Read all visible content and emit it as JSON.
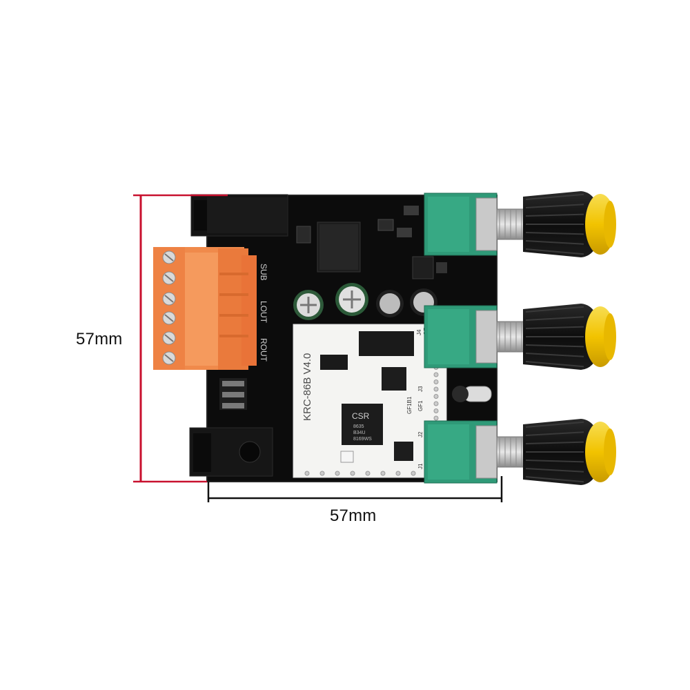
{
  "dimensions": {
    "height_label": "57mm",
    "width_label": "57mm",
    "height_line_color": "#c8102e",
    "width_line_color": "#111111"
  },
  "board": {
    "module_label": "KRC-86B V4.0",
    "chip_brand": "CSR",
    "chip_code_1": "8635",
    "chip_code_2": "B34U",
    "chip_code_3": "8169WS",
    "output_labels": [
      "SUB",
      "LOUT",
      "ROUT"
    ],
    "pin_labels": [
      "J4",
      "GF",
      "J3",
      "GF1",
      "J2",
      "J1",
      "GF1B1"
    ],
    "colors": {
      "pcb": "#0c0c0c",
      "terminal_block": "#f08a4b",
      "module": "#f4f4f2",
      "potentiometer": "#2f9a78",
      "knob": "#1a1a1a",
      "knob_cap": "#f2c300"
    }
  }
}
